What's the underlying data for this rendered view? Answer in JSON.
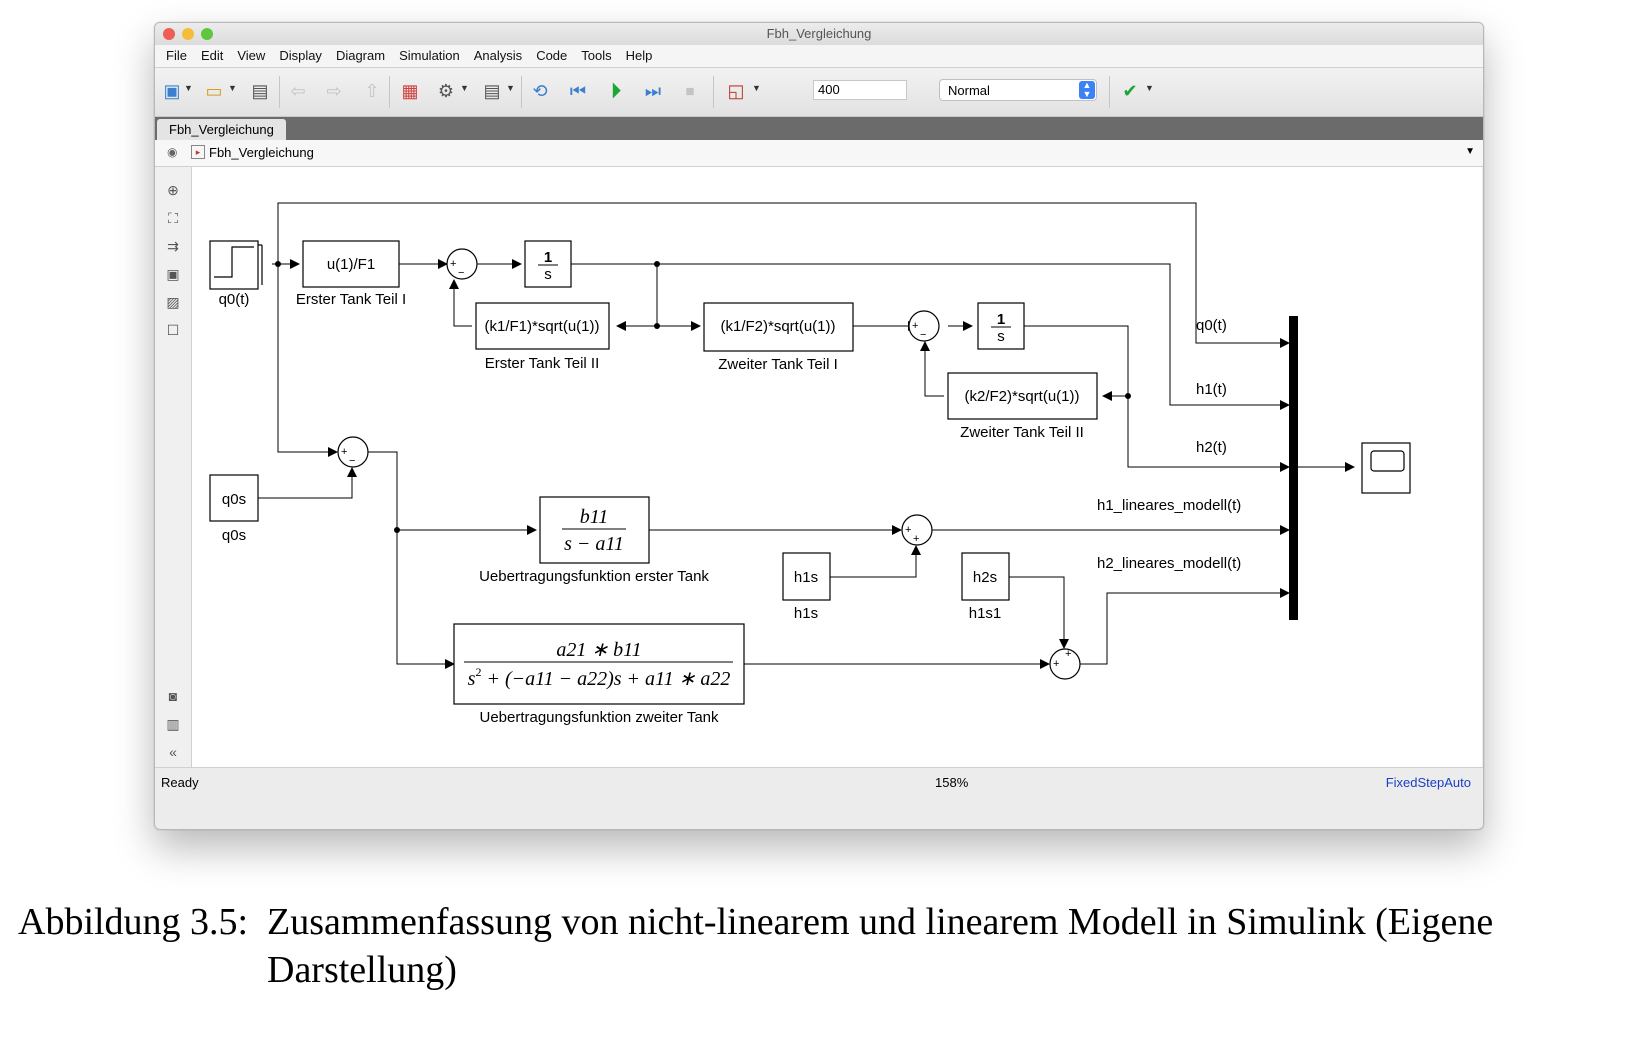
{
  "window": {
    "title": "Fbh_Vergleichung"
  },
  "menu": [
    "File",
    "Edit",
    "View",
    "Display",
    "Diagram",
    "Simulation",
    "Analysis",
    "Code",
    "Tools",
    "Help"
  ],
  "toolbar": {
    "stop_time": "400",
    "sim_mode": "Normal"
  },
  "tab": {
    "label": "Fbh_Vergleichung"
  },
  "address": {
    "path": "Fbh_Vergleichung"
  },
  "blocks": {
    "step": {
      "label": "q0(t)"
    },
    "fcn1": {
      "expr": "u(1)/F1",
      "label": "Erster Tank Teil I"
    },
    "int1": {
      "num": "1",
      "den": "s"
    },
    "fcn2": {
      "expr": "(k1/F1)*sqrt(u(1))",
      "label": "Erster Tank Teil II"
    },
    "fcn3": {
      "expr": "(k1/F2)*sqrt(u(1))",
      "label": "Zweiter Tank Teil I"
    },
    "int2": {
      "num": "1",
      "den": "s"
    },
    "fcn4": {
      "expr": "(k2/F2)*sqrt(u(1))",
      "label": "Zweiter Tank Teil II"
    },
    "q0s": {
      "value": "q0s",
      "label": "q0s"
    },
    "tf1": {
      "num": "b11",
      "den": "s − a11",
      "label": "Uebertragungsfunktion erster Tank"
    },
    "tf2": {
      "num": "a21 ∗ b11",
      "den_s": "s",
      "den_pow": "2",
      "den_rest": " + (−a11 − a22)s + a11 ∗ a22",
      "label": "Uebertragungsfunktion zweiter Tank"
    },
    "h1s": {
      "value": "h1s",
      "label": "h1s"
    },
    "h2s": {
      "value": "h2s",
      "label": "h1s1"
    },
    "sum_plus": "+",
    "sum_minus": "−"
  },
  "signals": {
    "q0": "q0(t)",
    "h1": "h1(t)",
    "h2": "h2(t)",
    "h1_lin": "h1_lineares_modell(t)",
    "h2_lin": "h2_lineares_modell(t)"
  },
  "status": {
    "left": "Ready",
    "zoom": "158%",
    "solver": "FixedStepAuto"
  },
  "caption": {
    "number": "Abbildung 3.5:",
    "text": "Zusammenfassung von nicht-linearem und linearem Modell in Simulink (Eigene Darstellung)"
  },
  "colors": {
    "solver": "#1a3fc4",
    "run": "#1aa832",
    "window_bg": "#ececec"
  }
}
